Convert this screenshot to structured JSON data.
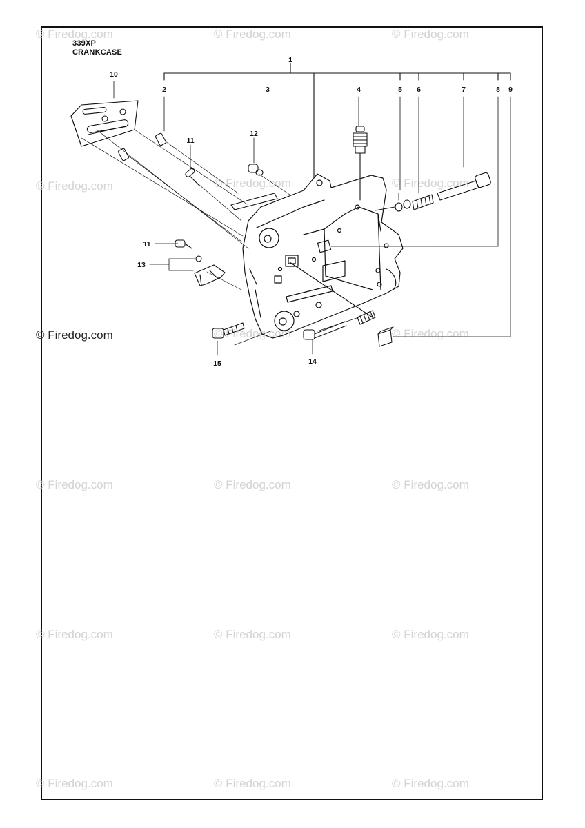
{
  "header": {
    "model": "339XP",
    "section": "CRANKCASE"
  },
  "watermark": {
    "text": "Firedog.com",
    "symbol": "©"
  },
  "callouts": {
    "c1": "1",
    "c2": "2",
    "c3": "3",
    "c4": "4",
    "c5": "5",
    "c6": "6",
    "c7": "7",
    "c8": "8",
    "c9": "9",
    "c10": "10",
    "c11a": "11",
    "c11b": "11",
    "c12": "12",
    "c13": "13",
    "c14": "14",
    "c15": "15"
  },
  "colors": {
    "line": "#111111",
    "watermark": "#d3d3d3",
    "frame": "#111111"
  }
}
